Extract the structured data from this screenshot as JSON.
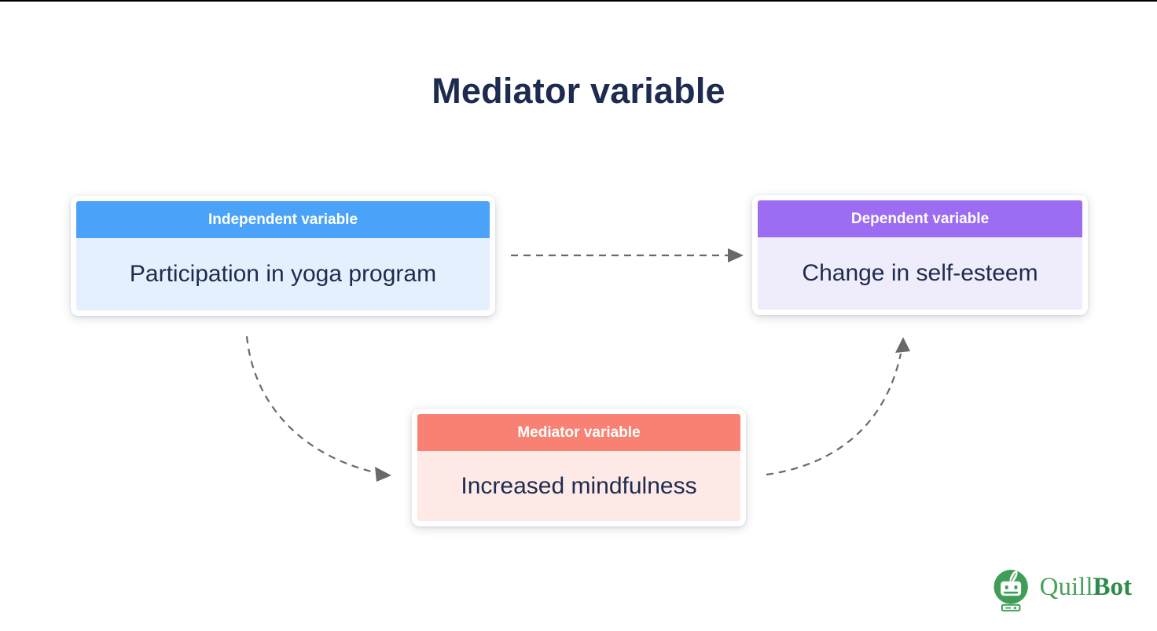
{
  "page": {
    "top_bar_color": "#000000",
    "background": "#ffffff",
    "title": "Mediator variable",
    "title_color": "#1d2b50",
    "text_color": "#1e2b4e"
  },
  "boxes": {
    "independent": {
      "label": "Independent variable",
      "content": "Participation in yoga program",
      "header_color": "#4aa3f8",
      "body_color": "#e4f0fd"
    },
    "dependent": {
      "label": "Dependent variable",
      "content": "Change in self-esteem",
      "header_color": "#9c6cf2",
      "body_color": "#efecfb"
    },
    "mediator": {
      "label": "Mediator variable",
      "content": "Increased mindfulness",
      "header_color": "#f98173",
      "body_color": "#fdeae7"
    }
  },
  "arrows": {
    "color": "#696969",
    "style": "dashed",
    "list": [
      {
        "from": "independent",
        "to": "dependent",
        "shape": "straight-horizontal"
      },
      {
        "from": "independent",
        "to": "mediator",
        "shape": "curved-down-right"
      },
      {
        "from": "mediator",
        "to": "dependent",
        "shape": "curved-up-right"
      }
    ]
  },
  "branding": {
    "name": "QuillBot",
    "wordmark_quill": "Quill",
    "wordmark_bot": "Bot",
    "icon": "quillbot-robot-icon",
    "green": "#3f9e55"
  }
}
